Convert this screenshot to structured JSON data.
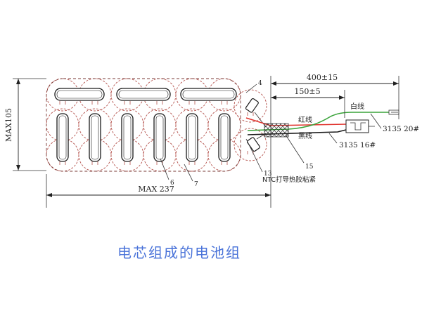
{
  "diagram": {
    "dimensions": {
      "bottom_dimension": "MAX 237",
      "side_dimension": "MAX105",
      "top_dimension": "400±15",
      "inner_dimension": "150±5"
    },
    "wires": {
      "red_label": "红线",
      "black_label": "黑线",
      "white_label": "白线",
      "spec_upper": "3135 20#",
      "spec_lower": "3135 16#"
    },
    "callouts": {
      "item_4": "4",
      "item_6": "6",
      "item_7": "7",
      "item_13": "13",
      "item_15": "15"
    },
    "ntc_note": "NTC打导热胶粘紧"
  },
  "caption": "电芯组成的电池组",
  "colors": {
    "caption": "#4a73d9",
    "red_wire": "#e0322c",
    "white_wire": "#3aa33a",
    "black_wire": "#1a1a1a",
    "cell_outline": "#b5534d",
    "pack_outline": "#7a3a36"
  }
}
